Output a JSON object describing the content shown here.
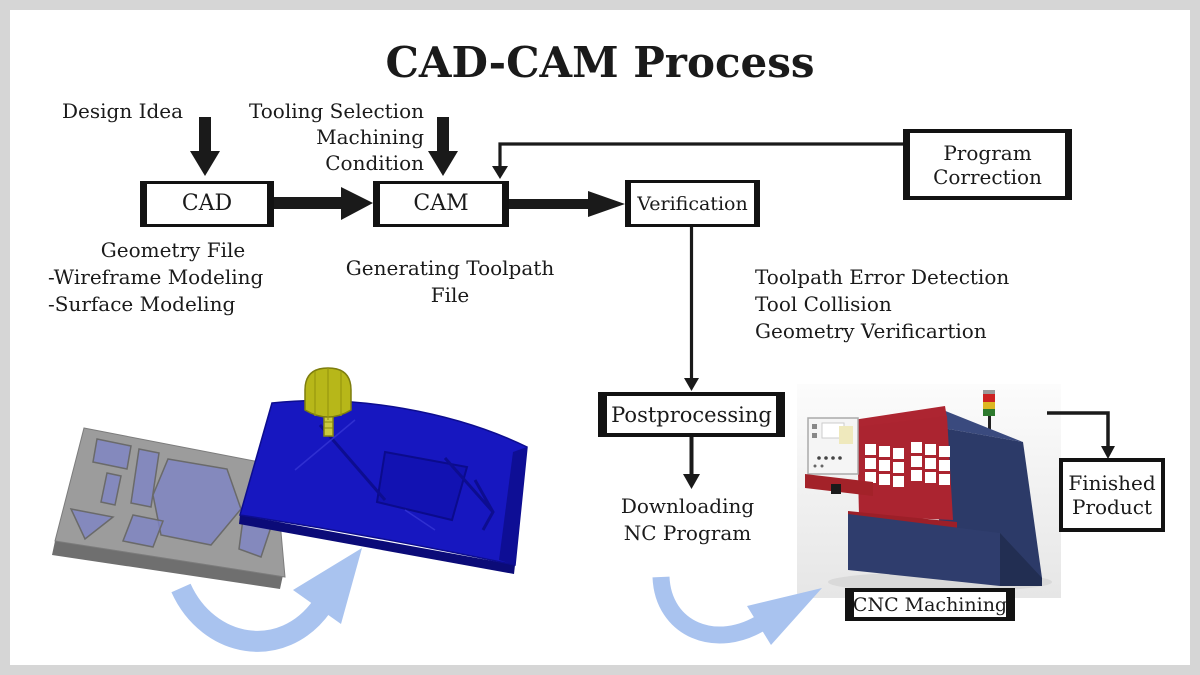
{
  "title": "CAD-CAM Process",
  "boxes": {
    "cad": "CAD",
    "cam": "CAM",
    "verification": "Verification",
    "program_correction": [
      "Program",
      "Correction"
    ],
    "postprocessing": "Postprocessing",
    "finished_product": [
      "Finished",
      "Product"
    ],
    "cnc_machining": "CNC Machining"
  },
  "labels": {
    "design_idea": "Design Idea",
    "tooling_selection": [
      "Tooling Selection",
      "Machining",
      "Condition"
    ],
    "cad_output": [
      "Geometry File",
      "-Wireframe Modeling",
      "-Surface Modeling"
    ],
    "cam_output": [
      "Generating Toolpath",
      "File"
    ],
    "verification_checks": [
      "Toolpath Error Detection",
      "Tool Collision",
      "Geometry Verificartion"
    ],
    "postprocessing_output": [
      "Downloading",
      "NC Program"
    ]
  },
  "colors": {
    "frame_gray": "#d6d6d6",
    "ink": "#1a1a1a",
    "flow_arrow_blue": "#a9c3ef",
    "model_blue": "#1717c0",
    "model_gray": "#9c9c9c",
    "pocket_blue": "#7e84c6",
    "tool_yellow": "#b7b719",
    "machine_red": "#ab2430",
    "machine_navy": "#2c3a68"
  }
}
